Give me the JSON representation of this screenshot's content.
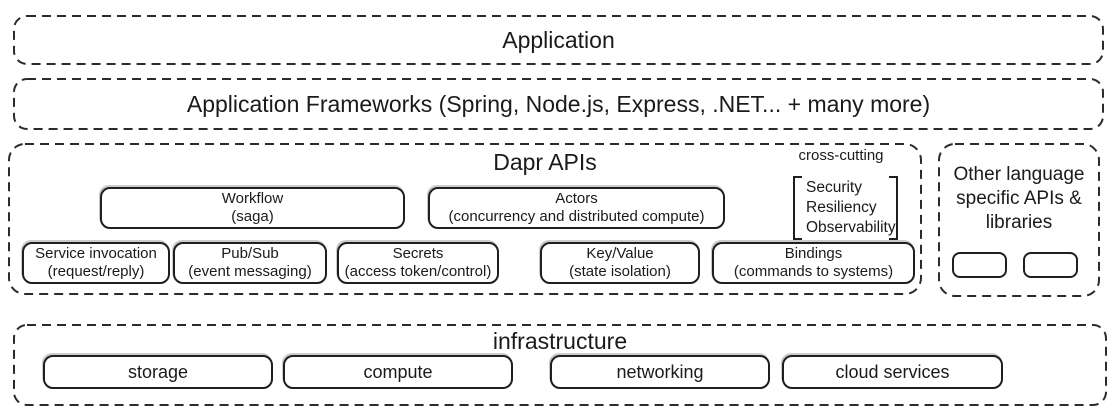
{
  "colors": {
    "ink": "#1a1a1a",
    "background": "#ffffff"
  },
  "layers": {
    "application": {
      "label": "Application"
    },
    "frameworks": {
      "label": "Application Frameworks (Spring, Node.js, Express, .NET... + many more)"
    },
    "dapr": {
      "title": "Dapr APIs",
      "cross_cutting": {
        "label": "cross-cutting",
        "items": [
          "Security",
          "Resiliency",
          "Observability"
        ]
      },
      "building_blocks_row1": [
        {
          "title": "Workflow",
          "subtitle": "(saga)"
        },
        {
          "title": "Actors",
          "subtitle": "(concurrency and distributed compute)"
        }
      ],
      "building_blocks_row2": [
        {
          "title": "Service invocation",
          "subtitle": "(request/reply)"
        },
        {
          "title": "Pub/Sub",
          "subtitle": "(event messaging)"
        },
        {
          "title": "Secrets",
          "subtitle": "(access token/control)"
        },
        {
          "title": "Key/Value",
          "subtitle": "(state isolation)"
        },
        {
          "title": "Bindings",
          "subtitle": "(commands to systems)"
        }
      ]
    },
    "other_language": {
      "label": "Other language specific APIs & libraries"
    },
    "infrastructure": {
      "title": "infrastructure",
      "items": [
        "storage",
        "compute",
        "networking",
        "cloud services"
      ]
    }
  }
}
